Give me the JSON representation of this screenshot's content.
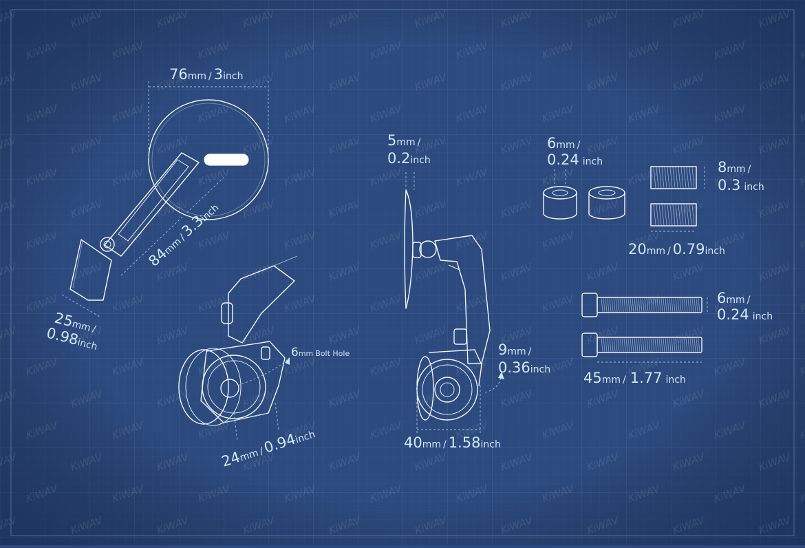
{
  "watermark": "KiWAV",
  "colors": {
    "background": "#2c4a7e",
    "grid": "#3d5c92",
    "line": "#f2f6fb",
    "dimension_text": "#cfe6f6",
    "dimension_line": "#9fc4e4"
  },
  "labels": {
    "mirror_width": {
      "value": "76",
      "unit": "mm",
      "sep": "/",
      "value2": "3",
      "unit2": "inch"
    },
    "arm_length": {
      "value": "84",
      "unit": "mm",
      "sep": "/",
      "value2": "3.3",
      "unit2": "inch"
    },
    "clamp_width": {
      "value": "25",
      "unit": "mm",
      "sep": "/",
      "value2": "0.98",
      "unit2": "inch"
    },
    "bolt_hole": {
      "value": "6",
      "unit": "mm",
      "text": "Bolt Hole"
    },
    "clamp_diameter": {
      "value": "24",
      "unit": "mm",
      "sep": "/",
      "value2": "0.94",
      "unit2": "inch"
    },
    "mirror_thickness": {
      "value": "5",
      "unit": "mm",
      "sep": "/",
      "value2": "0.2",
      "unit2": "inch"
    },
    "side_gap": {
      "value": "9",
      "unit": "mm",
      "sep": "/",
      "value2": "0.36",
      "unit2": "inch"
    },
    "side_width": {
      "value": "40",
      "unit": "mm",
      "sep": "/",
      "value2": "1.58",
      "unit2": "inch"
    },
    "spacer_size": {
      "value": "6",
      "unit": "mm",
      "sep": "/",
      "value2": "0.24",
      "unit2": "inch"
    },
    "insert_height": {
      "value": "8",
      "unit": "mm",
      "sep": "/",
      "value2": "0.3",
      "unit2": "inch"
    },
    "insert_length": {
      "value": "20",
      "unit": "mm",
      "sep": "/",
      "value2": "0.79",
      "unit2": "inch"
    },
    "bolt_diameter": {
      "value": "6",
      "unit": "mm",
      "sep": "/",
      "value2": "0.24",
      "unit2": "inch"
    },
    "bolt_length": {
      "value": "45",
      "unit": "mm",
      "sep": "/",
      "value2": "1.77",
      "unit2": "inch"
    }
  }
}
